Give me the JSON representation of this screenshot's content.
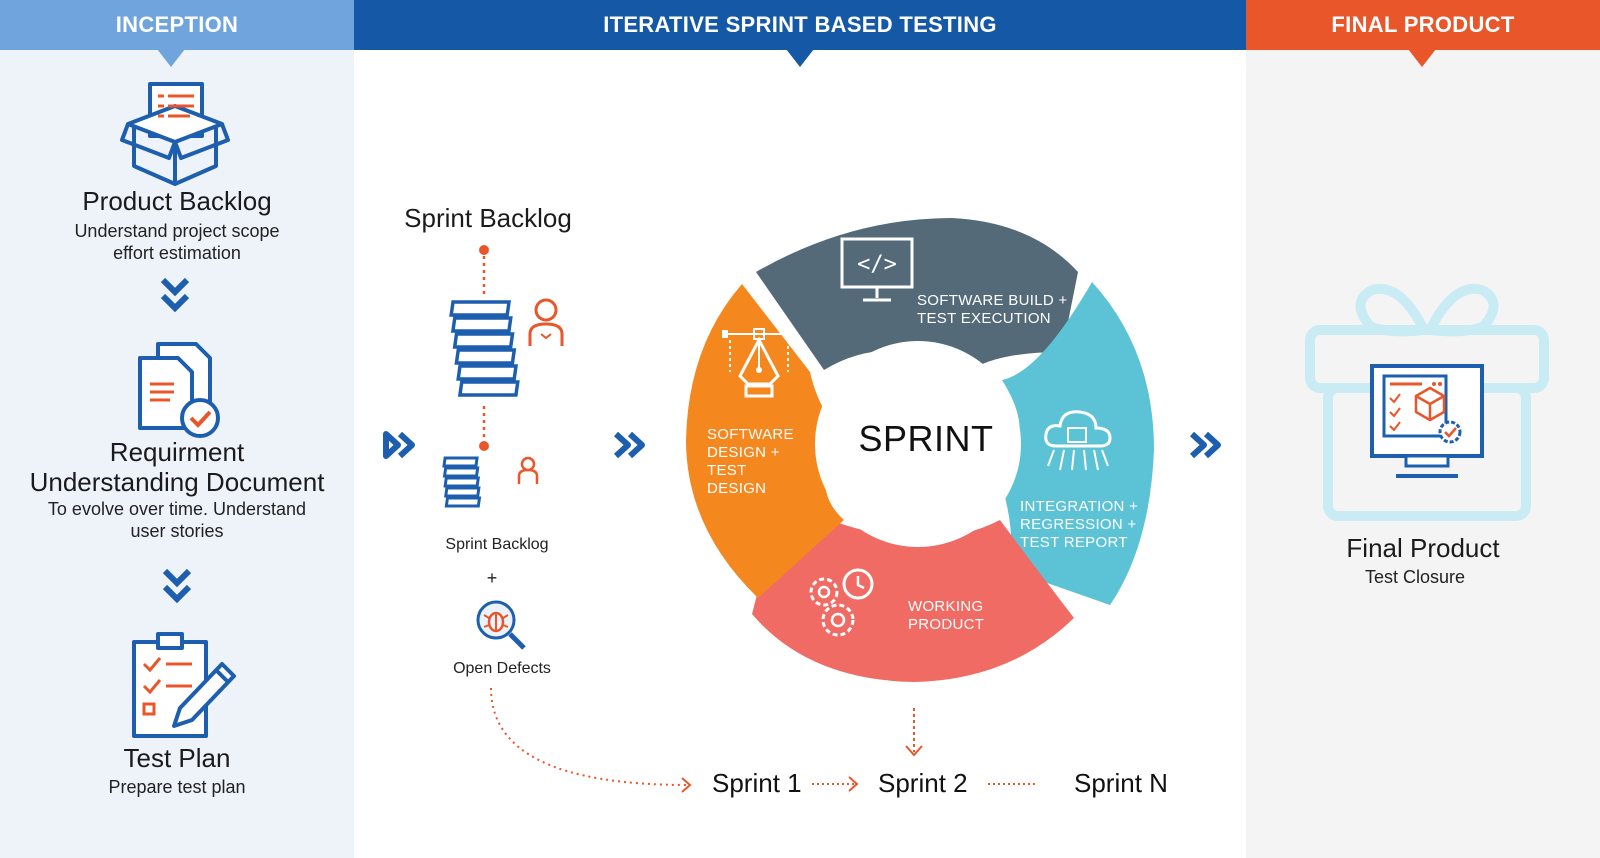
{
  "headers": {
    "inception": "INCEPTION",
    "iterative": "ITERATIVE SPRINT BASED TESTING",
    "final": "FINAL PRODUCT"
  },
  "inception": {
    "product_backlog": {
      "title": "Product Backlog",
      "line1": "Understand project scope",
      "line2": "effort estimation"
    },
    "requirement_doc": {
      "title1": "Requirment",
      "title2": "Understanding Document",
      "line1": "To evolve  over time. Understand",
      "line2": "user stories"
    },
    "test_plan": {
      "title": "Test Plan",
      "line1": "Prepare  test plan"
    }
  },
  "iterative": {
    "sprint_backlog_title": "Sprint Backlog",
    "sprint_backlog_label": "Sprint Backlog",
    "plus": "+",
    "open_defects": "Open Defects",
    "cycle": {
      "center": "SPRINT",
      "build": [
        "SOFTWARE BUILD +",
        "TEST EXECUTION"
      ],
      "integration": [
        "INTEGRATION +",
        "REGRESSION +",
        "TEST REPORT"
      ],
      "working": [
        "WORKING",
        "PRODUCT"
      ],
      "design": [
        "SOFTWARE",
        "DESIGN +",
        "TEST",
        "DESIGN"
      ]
    },
    "sprints": [
      "Sprint 1",
      "Sprint 2",
      "Sprint N"
    ]
  },
  "final": {
    "title": "Final Product",
    "subtitle": "Test Closure"
  },
  "colors": {
    "inception_header": "#6fa4dc",
    "iterative_header": "#1558a6",
    "final_header": "#e8562a",
    "icon_blue": "#1d5fae",
    "accent_orange": "#e8562a",
    "segment_build": "#546a78",
    "segment_integration": "#5cc3d6",
    "segment_working": "#ef6b63",
    "segment_design": "#f5871f"
  }
}
